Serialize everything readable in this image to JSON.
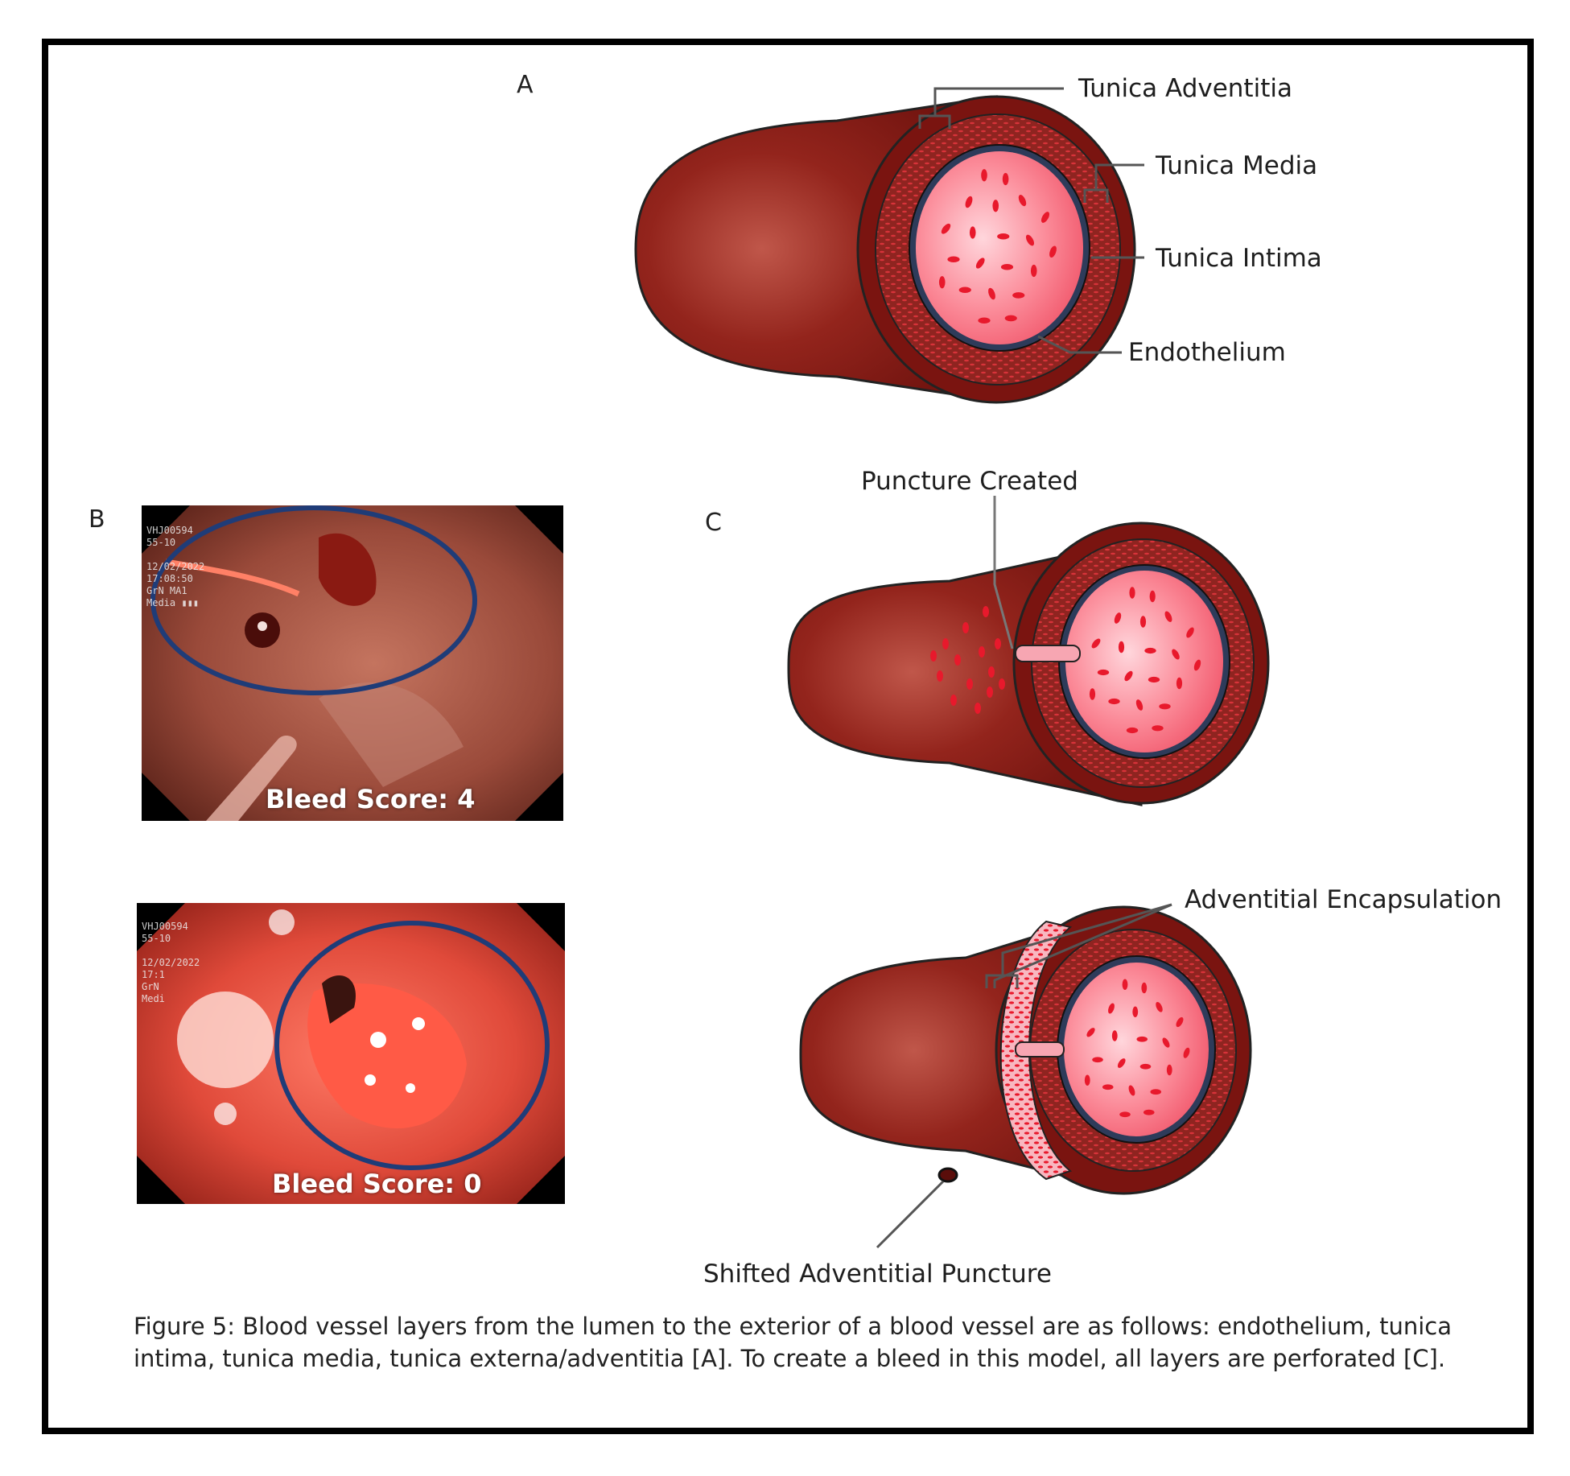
{
  "panels": {
    "a": {
      "letter": "A"
    },
    "b": {
      "letter": "B"
    },
    "c": {
      "letter": "C"
    }
  },
  "diagram_a": {
    "labels": {
      "adventitia": "Tunica Adventitia",
      "media": "Tunica Media",
      "intima": "Tunica Intima",
      "endothelium": "Endothelium"
    }
  },
  "diagram_c": {
    "labels": {
      "puncture_created": "Puncture Created",
      "encapsulation": "Adventitial Encapsulation",
      "shifted_puncture": "Shifted Adventitial Puncture"
    }
  },
  "photos": {
    "top": {
      "score": "Bleed Score: 4",
      "overlay": [
        "VHJ00594",
        "55-10",
        "",
        "12/02/2022",
        "17:08:50",
        "GrN    MA1",
        "Media  ▮▮▮"
      ]
    },
    "bottom": {
      "score": "Bleed Score: 0",
      "overlay": [
        "VHJ00594",
        "55-10",
        "",
        "12/02/2022",
        "17:1",
        "GrN",
        "Medi"
      ]
    }
  },
  "caption": "Figure 5: Blood vessel layers from the lumen to the exterior of a blood vessel are as follows: endothelium, tunica intima, tunica media, tunica externa/adventitia [A]. To create a bleed in this model, all layers are perforated [C].",
  "colors": {
    "vessel_outer": "#7a1410",
    "vessel_highlight": "#b3463c",
    "media_band": "#9c2a24",
    "lumen": "#f46878",
    "lumen_light": "#ffd0d6",
    "dots": "#e8192c",
    "intima_ring": "#2e3b5a",
    "circle_marker": "#1f3c78"
  }
}
